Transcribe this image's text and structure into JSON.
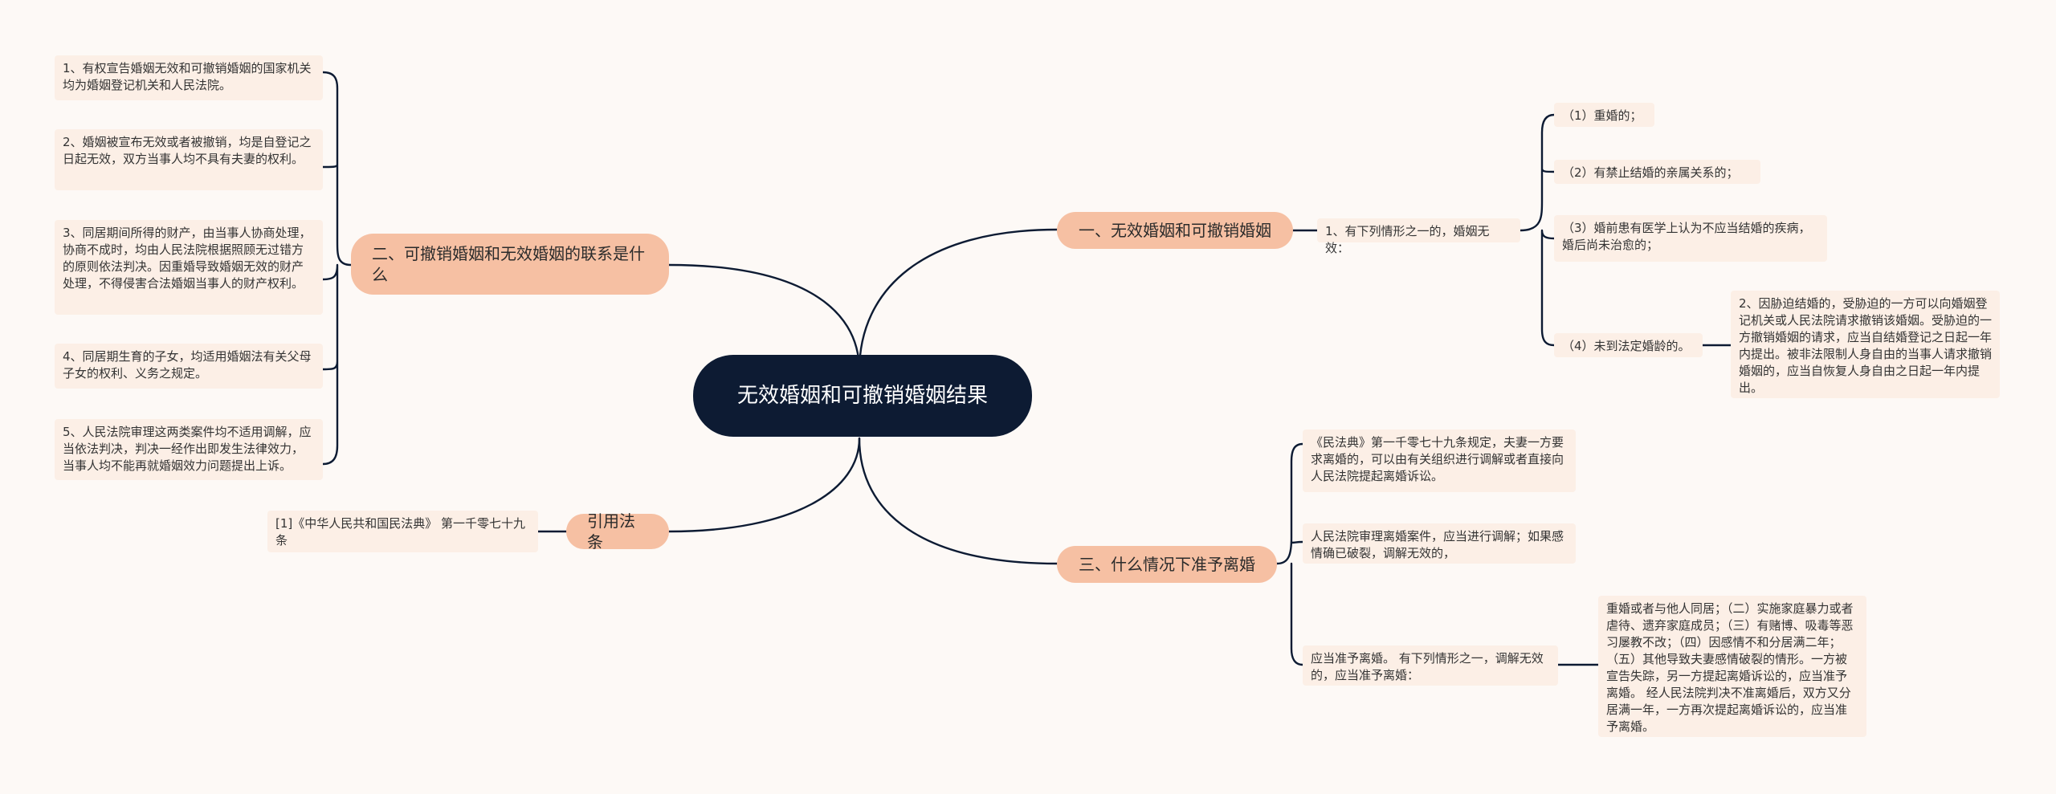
{
  "root": {
    "label": "无效婚姻和可撤销婚姻结果"
  },
  "branches": {
    "b1": {
      "label": "一、无效婚姻和可撤销婚姻",
      "sub": "1、有下列情形之一的，婚姻无效：",
      "items": [
        "（1）重婚的；",
        "（2）有禁止结婚的亲属关系的；",
        "（3）婚前患有医学上认为不应当结婚的疾病，婚后尚未治愈的；",
        "（4）未到法定婚龄的。"
      ],
      "note": "2、因胁迫结婚的，受胁迫的一方可以向婚姻登记机关或人民法院请求撤销该婚姻。受胁迫的一方撤销婚姻的请求，应当自结婚登记之日起一年内提出。被非法限制人身自由的当事人请求撤销婚姻的，应当自恢复人身自由之日起一年内提出。"
    },
    "b2": {
      "label": "二、可撤销婚姻和无效婚姻的联系是什么",
      "items": [
        "1、有权宣告婚姻无效和可撤销婚姻的国家机关均为婚姻登记机关和人民法院。",
        "2、婚姻被宣布无效或者被撤销，均是自登记之日起无效，双方当事人均不具有夫妻的权利。",
        "3、同居期间所得的财产，由当事人协商处理，协商不成时，均由人民法院根据照顾无过错方的原则依法判决。因重婚导致婚姻无效的财产处理，不得侵害合法婚姻当事人的财产权利。",
        "4、同居期生育的子女，均适用婚姻法有关父母子女的权利、义务之规定。",
        "5、人民法院审理这两类案件均不适用调解，应当依法判决，判决一经作出即发生法律效力，当事人均不能再就婚姻效力问题提出上诉。"
      ]
    },
    "b3": {
      "label": "三、什么情况下准予离婚",
      "items": [
        "《民法典》第一千零七十九条规定，夫妻一方要求离婚的，可以由有关组织进行调解或者直接向人民法院提起离婚诉讼。",
        "人民法院审理离婚案件，应当进行调解；如果感情确已破裂，调解无效的，",
        "应当准予离婚。 有下列情形之一，调解无效的，应当准予离婚："
      ],
      "note": "重婚或者与他人同居；（二）实施家庭暴力或者虐待、遗弃家庭成员；（三）有赌博、吸毒等恶习屡教不改；（四）因感情不和分居满二年；（五）其他导致夫妻感情破裂的情形。一方被宣告失踪，另一方提起离婚诉讼的，应当准予离婚。 经人民法院判决不准离婚后，双方又分居满一年，一方再次提起离婚诉讼的，应当准予离婚。"
    },
    "b4": {
      "label": "引用法条",
      "items": [
        "[1]《中华人民共和国民法典》 第一千零七十九条"
      ]
    }
  }
}
